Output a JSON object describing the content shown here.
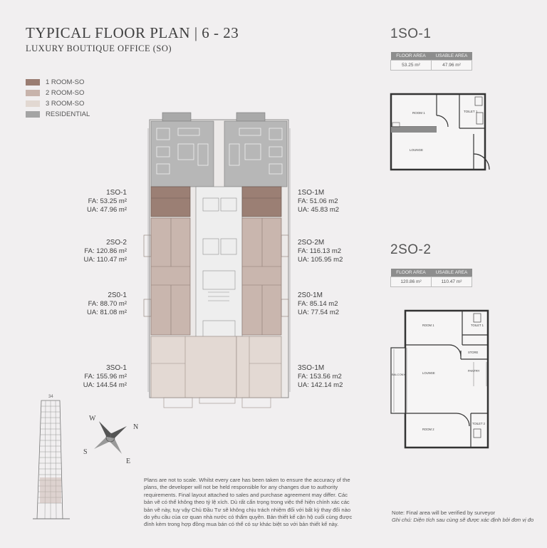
{
  "header": {
    "title": "TYPICAL FLOOR PLAN | 6 - 23",
    "subtitle": "LUXURY BOUTIQUE OFFICE (SO)"
  },
  "legend": [
    {
      "label": "1 ROOM-SO",
      "color": "#9a7d72"
    },
    {
      "label": "2 ROOM-SO",
      "color": "#c7b3ab"
    },
    {
      "label": "3 ROOM-SO",
      "color": "#e2d8d2"
    },
    {
      "label": "RESIDENTIAL",
      "color": "#a4a4a4"
    }
  ],
  "units_left": [
    {
      "name": "1SO-1",
      "fa": "FA: 53.25 m²",
      "ua": "UA: 47.96 m²"
    },
    {
      "name": "2SO-2",
      "fa": "FA: 120.86 m²",
      "ua": "UA: 110.47 m²"
    },
    {
      "name": "2S0-1",
      "fa": "FA: 88.70 m²",
      "ua": "UA: 81.08 m²"
    },
    {
      "name": "3SO-1",
      "fa": "FA: 155.96 m²",
      "ua": "UA: 144.54 m²"
    }
  ],
  "units_right": [
    {
      "name": "1SO-1M",
      "fa": "FA: 51.06 m2",
      "ua": "UA: 45.83 m2"
    },
    {
      "name": "2SO-2M",
      "fa": "FA: 116.13 m2",
      "ua": "UA: 105.95 m2"
    },
    {
      "name": "2S0-1M",
      "fa": "FA: 85.14 m2",
      "ua": "UA: 77.54 m2"
    },
    {
      "name": "3SO-1M",
      "fa": "FA: 153.56 m2",
      "ua": "UA: 142.14 m2"
    }
  ],
  "compass": {
    "n": "N",
    "e": "E",
    "s": "S",
    "w": "W"
  },
  "tower_label": "34",
  "detail_1so1": {
    "title": "1SO-1",
    "table": {
      "h1": "FLOOR AREA",
      "h2": "USABLE AREA",
      "v1": "53.25 m²",
      "v2": "47.96 m²"
    },
    "rooms": {
      "room1": "ROOM 1",
      "toilet": "TOILET 1",
      "lounge": "LOUNGE"
    }
  },
  "detail_2so2": {
    "title": "2SO-2",
    "table": {
      "h1": "FLOOR AREA",
      "h2": "USABLE AREA",
      "v1": "120.86 m²",
      "v2": "110.47 m²"
    },
    "rooms": {
      "room1": "ROOM 1",
      "toilet1": "TOILET 1",
      "store": "STORE",
      "balcony": "BALCONY",
      "lounge": "LOUNGE",
      "pantry": "PANTRY",
      "room2": "ROOM 2",
      "toilet2": "TOILET 2"
    }
  },
  "disclaimer": "Plans are not to scale. Whilst every care has been taken to ensure the accuracy of the plans, the developer will not be held responsible for any changes due to authority requirements. Final layout attached to sales and purchase agreement may differ. Các bản vẽ có thể không theo tỷ lệ xích. Dù rất cẩn trọng trong việc thể hiện chính xác các bản vẽ này, tuy vậy Chủ Đầu Tư sẽ không chịu trách nhiệm đối với bất kỳ thay đổi nào do yêu cầu của cơ quan nhà nước có thẩm quyền. Bản thiết kế cặn hộ cuối cùng được đính kèm trong hợp đồng mua bán có thể có sự khác biệt so với bản thiết kế này.",
  "note": {
    "en": "Note: Final area will be verified by surveyor",
    "vi": "Ghi chú: Diện tích sau cùng sẽ được xác định bởi đơn vị đo"
  }
}
